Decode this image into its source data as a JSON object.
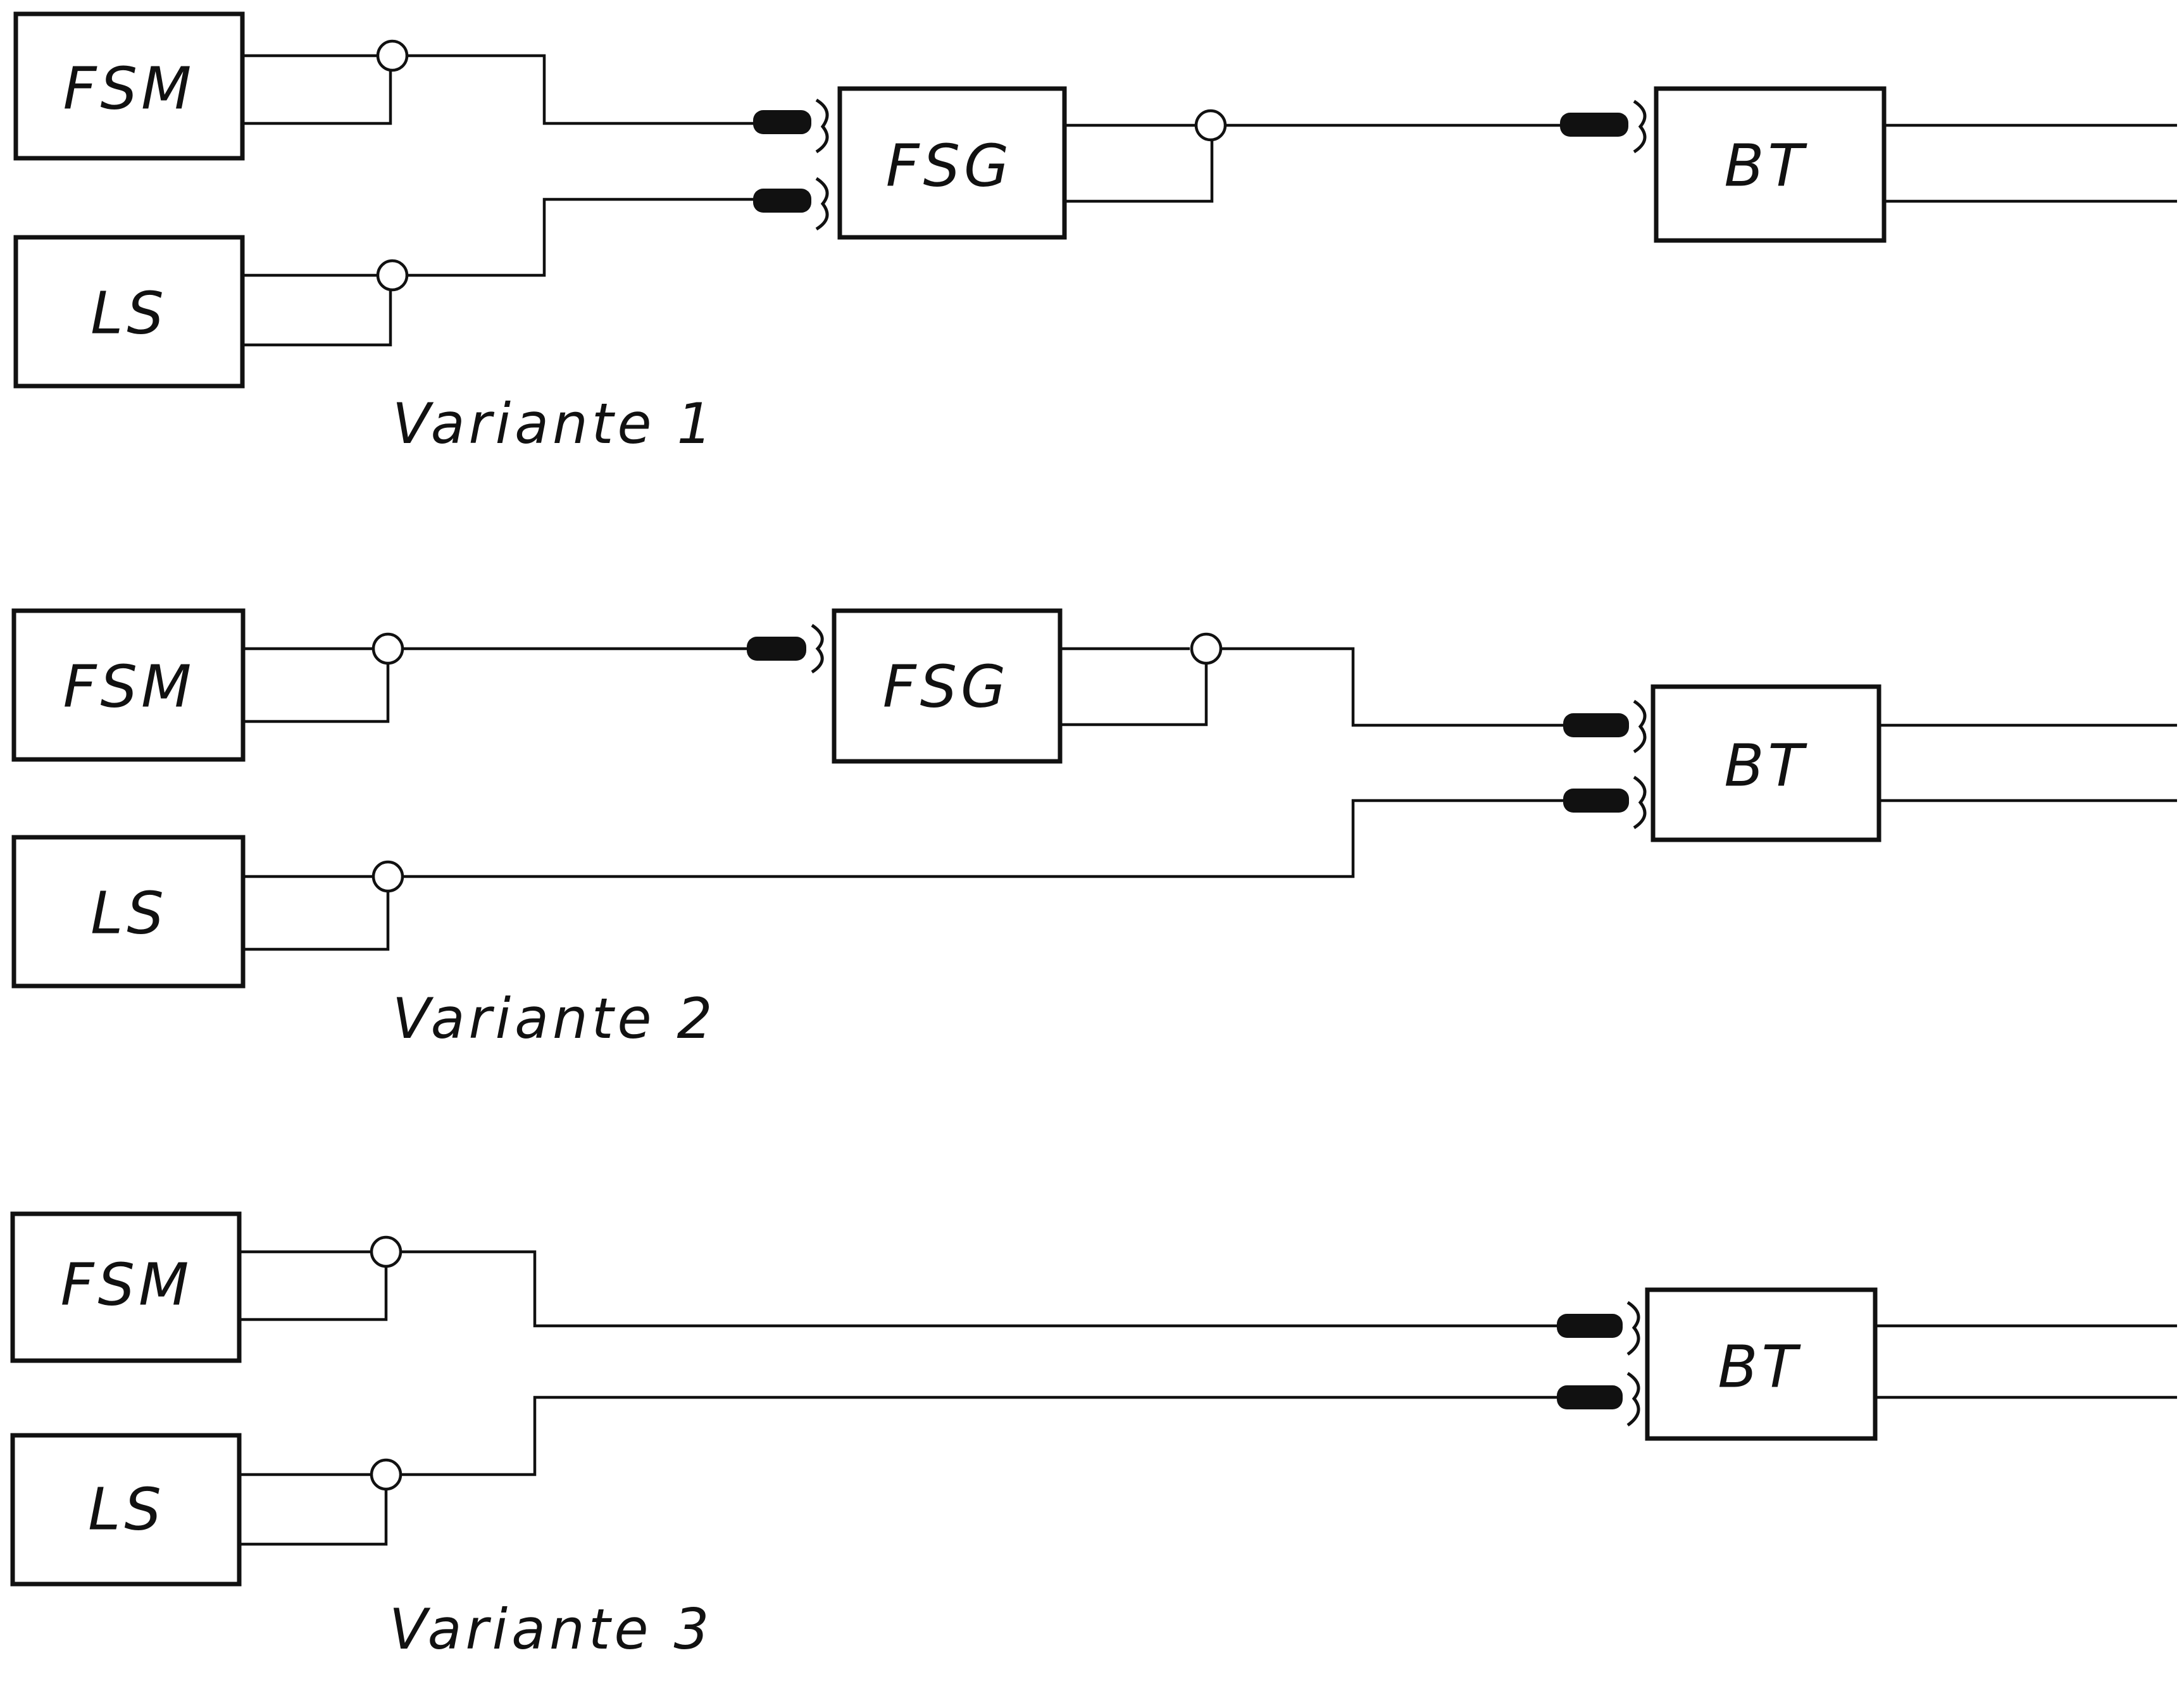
{
  "variants": [
    {
      "caption": "Variante 1",
      "boxes": {
        "fsm": "FSM",
        "ls": "LS",
        "fsg": "FSG",
        "bt": "BT"
      }
    },
    {
      "caption": "Variante 2",
      "boxes": {
        "fsm": "FSM",
        "ls": "LS",
        "fsg": "FSG",
        "bt": "BT"
      }
    },
    {
      "caption": "Variante 3",
      "boxes": {
        "fsm": "FSM",
        "ls": "LS",
        "bt": "BT"
      }
    }
  ]
}
